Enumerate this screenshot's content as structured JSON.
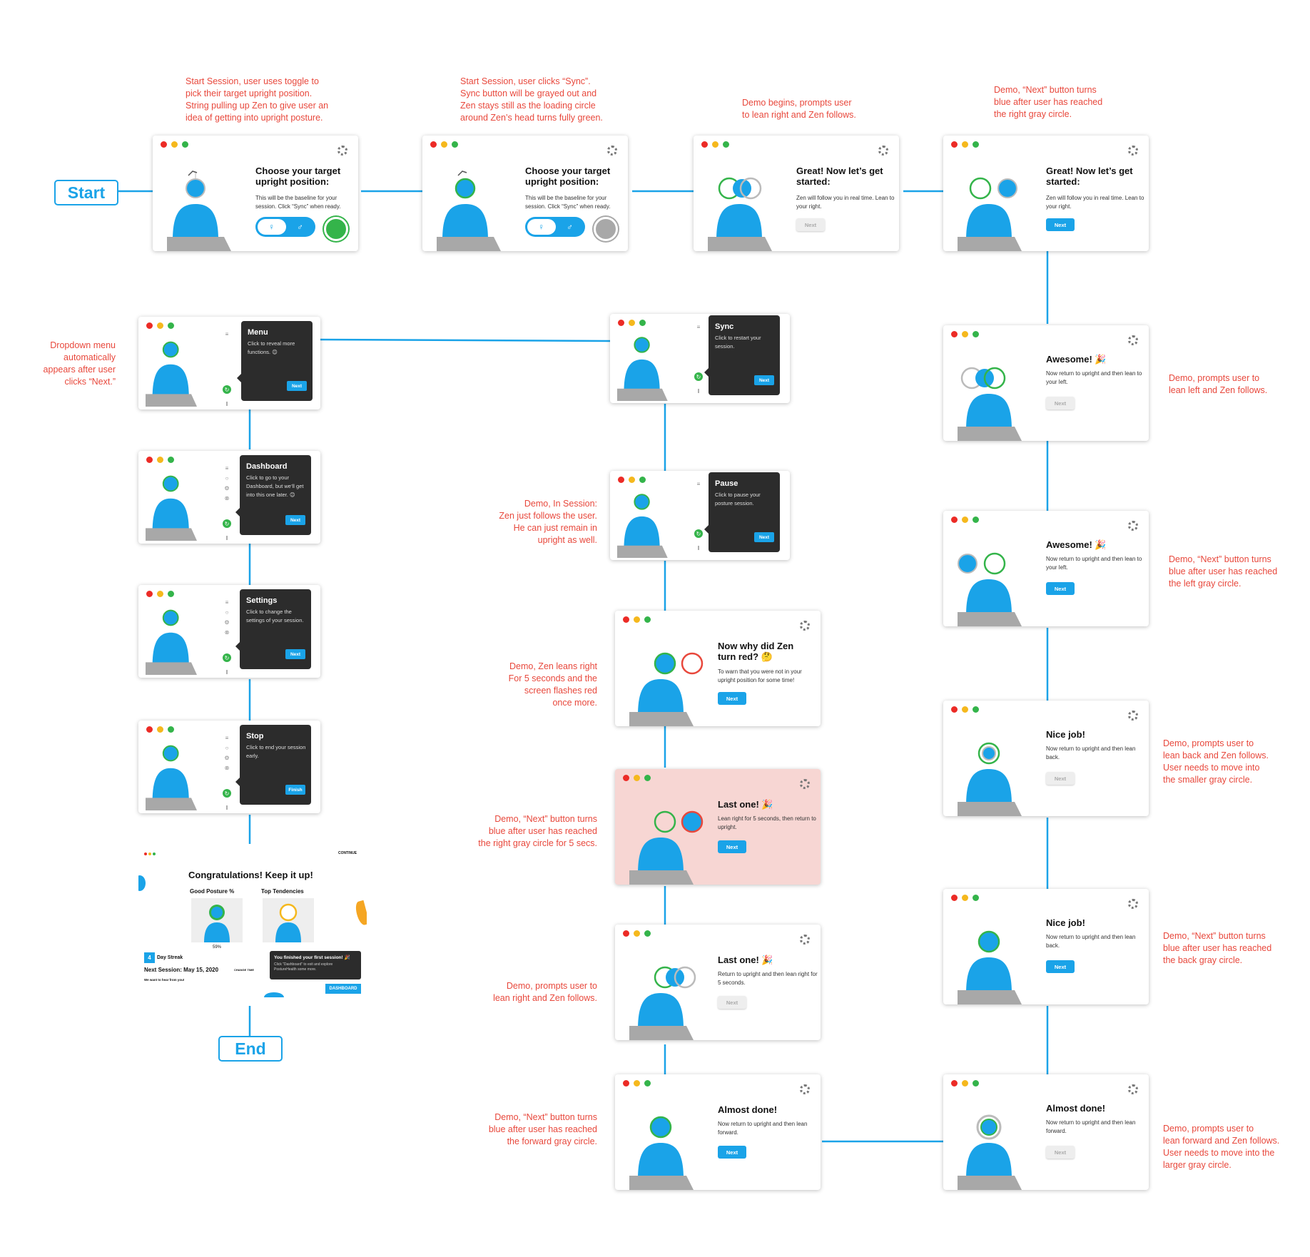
{
  "nodes": {
    "start": "Start",
    "end": "End"
  },
  "notes": [
    "Start Session, user uses toggle to\npick their target upright position.\nString pulling up Zen to give user an\nidea of getting into upright posture.",
    "Start Session, user clicks “Sync”.\nSync button will be grayed out and\nZen stays still as the loading circle\naround Zen’s head turns fully green.",
    "Demo begins, prompts user\nto lean right and Zen follows.",
    "Demo, “Next” button turns\nblue after user has reached\nthe right gray circle.",
    "Dropdown menu\nautomatically\nappears after user\nclicks “Next.”",
    "Demo, prompts user to\nlean left and Zen follows.",
    "Demo, In Session:\nZen just follows the user.\nHe can just remain in\nupright as well.",
    "Demo, “Next” button turns\nblue after user has reached\nthe left gray circle.",
    "Demo, Zen leans right\nFor 5 seconds and the\nscreen flashes red\nonce more.",
    "Demo, prompts user to\nlean back and Zen follows.\nUser needs to move into\nthe smaller gray circle.",
    "Demo, “Next” button turns\nblue after user has reached\nthe right gray circle for 5 secs.",
    "Demo, “Next” button turns\nblue after user has reached\nthe back gray circle.",
    "Demo, prompts user to\nlean right and Zen follows.",
    "Demo, “Next” button turns\nblue after user has reached\nthe forward gray circle.",
    "Demo, prompts user to\nlean forward and Zen follows.\nUser needs to move into the\nlarger gray circle."
  ],
  "cards": {
    "choose1": {
      "title": "Choose your target upright position:",
      "body": "This will be the baseline for your session. Click “Sync” when ready."
    },
    "choose2": {
      "title": "Choose your target upright position:",
      "body": "This will be the baseline for your session. Click “Sync” when ready."
    },
    "great1": {
      "title": "Great! Now let’s get started:",
      "body": "Zen will follow you in real time. Lean to your right.",
      "next": "Next"
    },
    "great2": {
      "title": "Great! Now let’s get started:",
      "body": "Zen will follow you in real time. Lean to your right.",
      "next": "Next"
    },
    "awesome1": {
      "title": "Awesome! 🎉",
      "body": "Now return to upright and then lean to your left.",
      "next": "Next"
    },
    "awesome2": {
      "title": "Awesome! 🎉",
      "body": "Now return to upright and then lean to your left.",
      "next": "Next"
    },
    "nice1": {
      "title": "Nice job!",
      "body": "Now return to upright and then lean back.",
      "next": "Next"
    },
    "nice2": {
      "title": "Nice job!",
      "body": "Now return to upright and then lean back.",
      "next": "Next"
    },
    "almostR": {
      "title": "Almost done!",
      "body": "Now return to upright and then lean forward.",
      "next": "Next"
    },
    "almostM": {
      "title": "Almost done!",
      "body": "Now return to upright and then lean forward.",
      "next": "Next"
    },
    "last2": {
      "title": "Last one! 🎉",
      "body": "Return to upright and then lean right for 5 seconds.",
      "next": "Next"
    },
    "last1": {
      "title": "Last one! 🎉",
      "body": "Lean right for 5 seconds, then return to upright.",
      "next": "Next"
    },
    "why": {
      "title": "Now why did Zen turn red? 🤔",
      "body": "To warn that you were not in your upright position for some time!",
      "next": "Next"
    }
  },
  "tips": {
    "menu": {
      "title": "Menu",
      "body": "Click to reveal more functions. 😊",
      "button": "Next"
    },
    "dashboard": {
      "title": "Dashboard",
      "body": "Click to go to your Dashboard, but we’ll get into this one later. 😊",
      "button": "Next"
    },
    "settings": {
      "title": "Settings",
      "body": "Click to change the settings of your session.",
      "button": "Next"
    },
    "stop": {
      "title": "Stop",
      "body": "Click to end your session early.",
      "button": "Finish"
    },
    "sync": {
      "title": "Sync",
      "body": "Click to restart your session.",
      "button": "Next"
    },
    "pause": {
      "title": "Pause",
      "body": "Click to pause your posture session.",
      "button": "Next"
    }
  },
  "final": {
    "title": "Congratulations! Keep it up!",
    "continue": "CONTINUE",
    "good_posture": "Good Posture %",
    "top_tendencies": "Top Tendencies",
    "percent": "59%",
    "streak_num": "4",
    "streak_label": "Day Streak",
    "next_session": "Next Session: May 15, 2020",
    "change_time": "CHANGE TIME",
    "hear": "We want to hear from you!",
    "tip_title": "You finished your first session! 🎉",
    "tip_body": "Click “Dashboard” to exit and explore PostureHealth some more.",
    "dashboard": "DASHBOARD"
  },
  "colors": {
    "blue": "#1aa3e8",
    "green": "#34b44a",
    "red": "#e8483c",
    "gray": "#a8a8a8",
    "dark": "#2c2c2c"
  }
}
